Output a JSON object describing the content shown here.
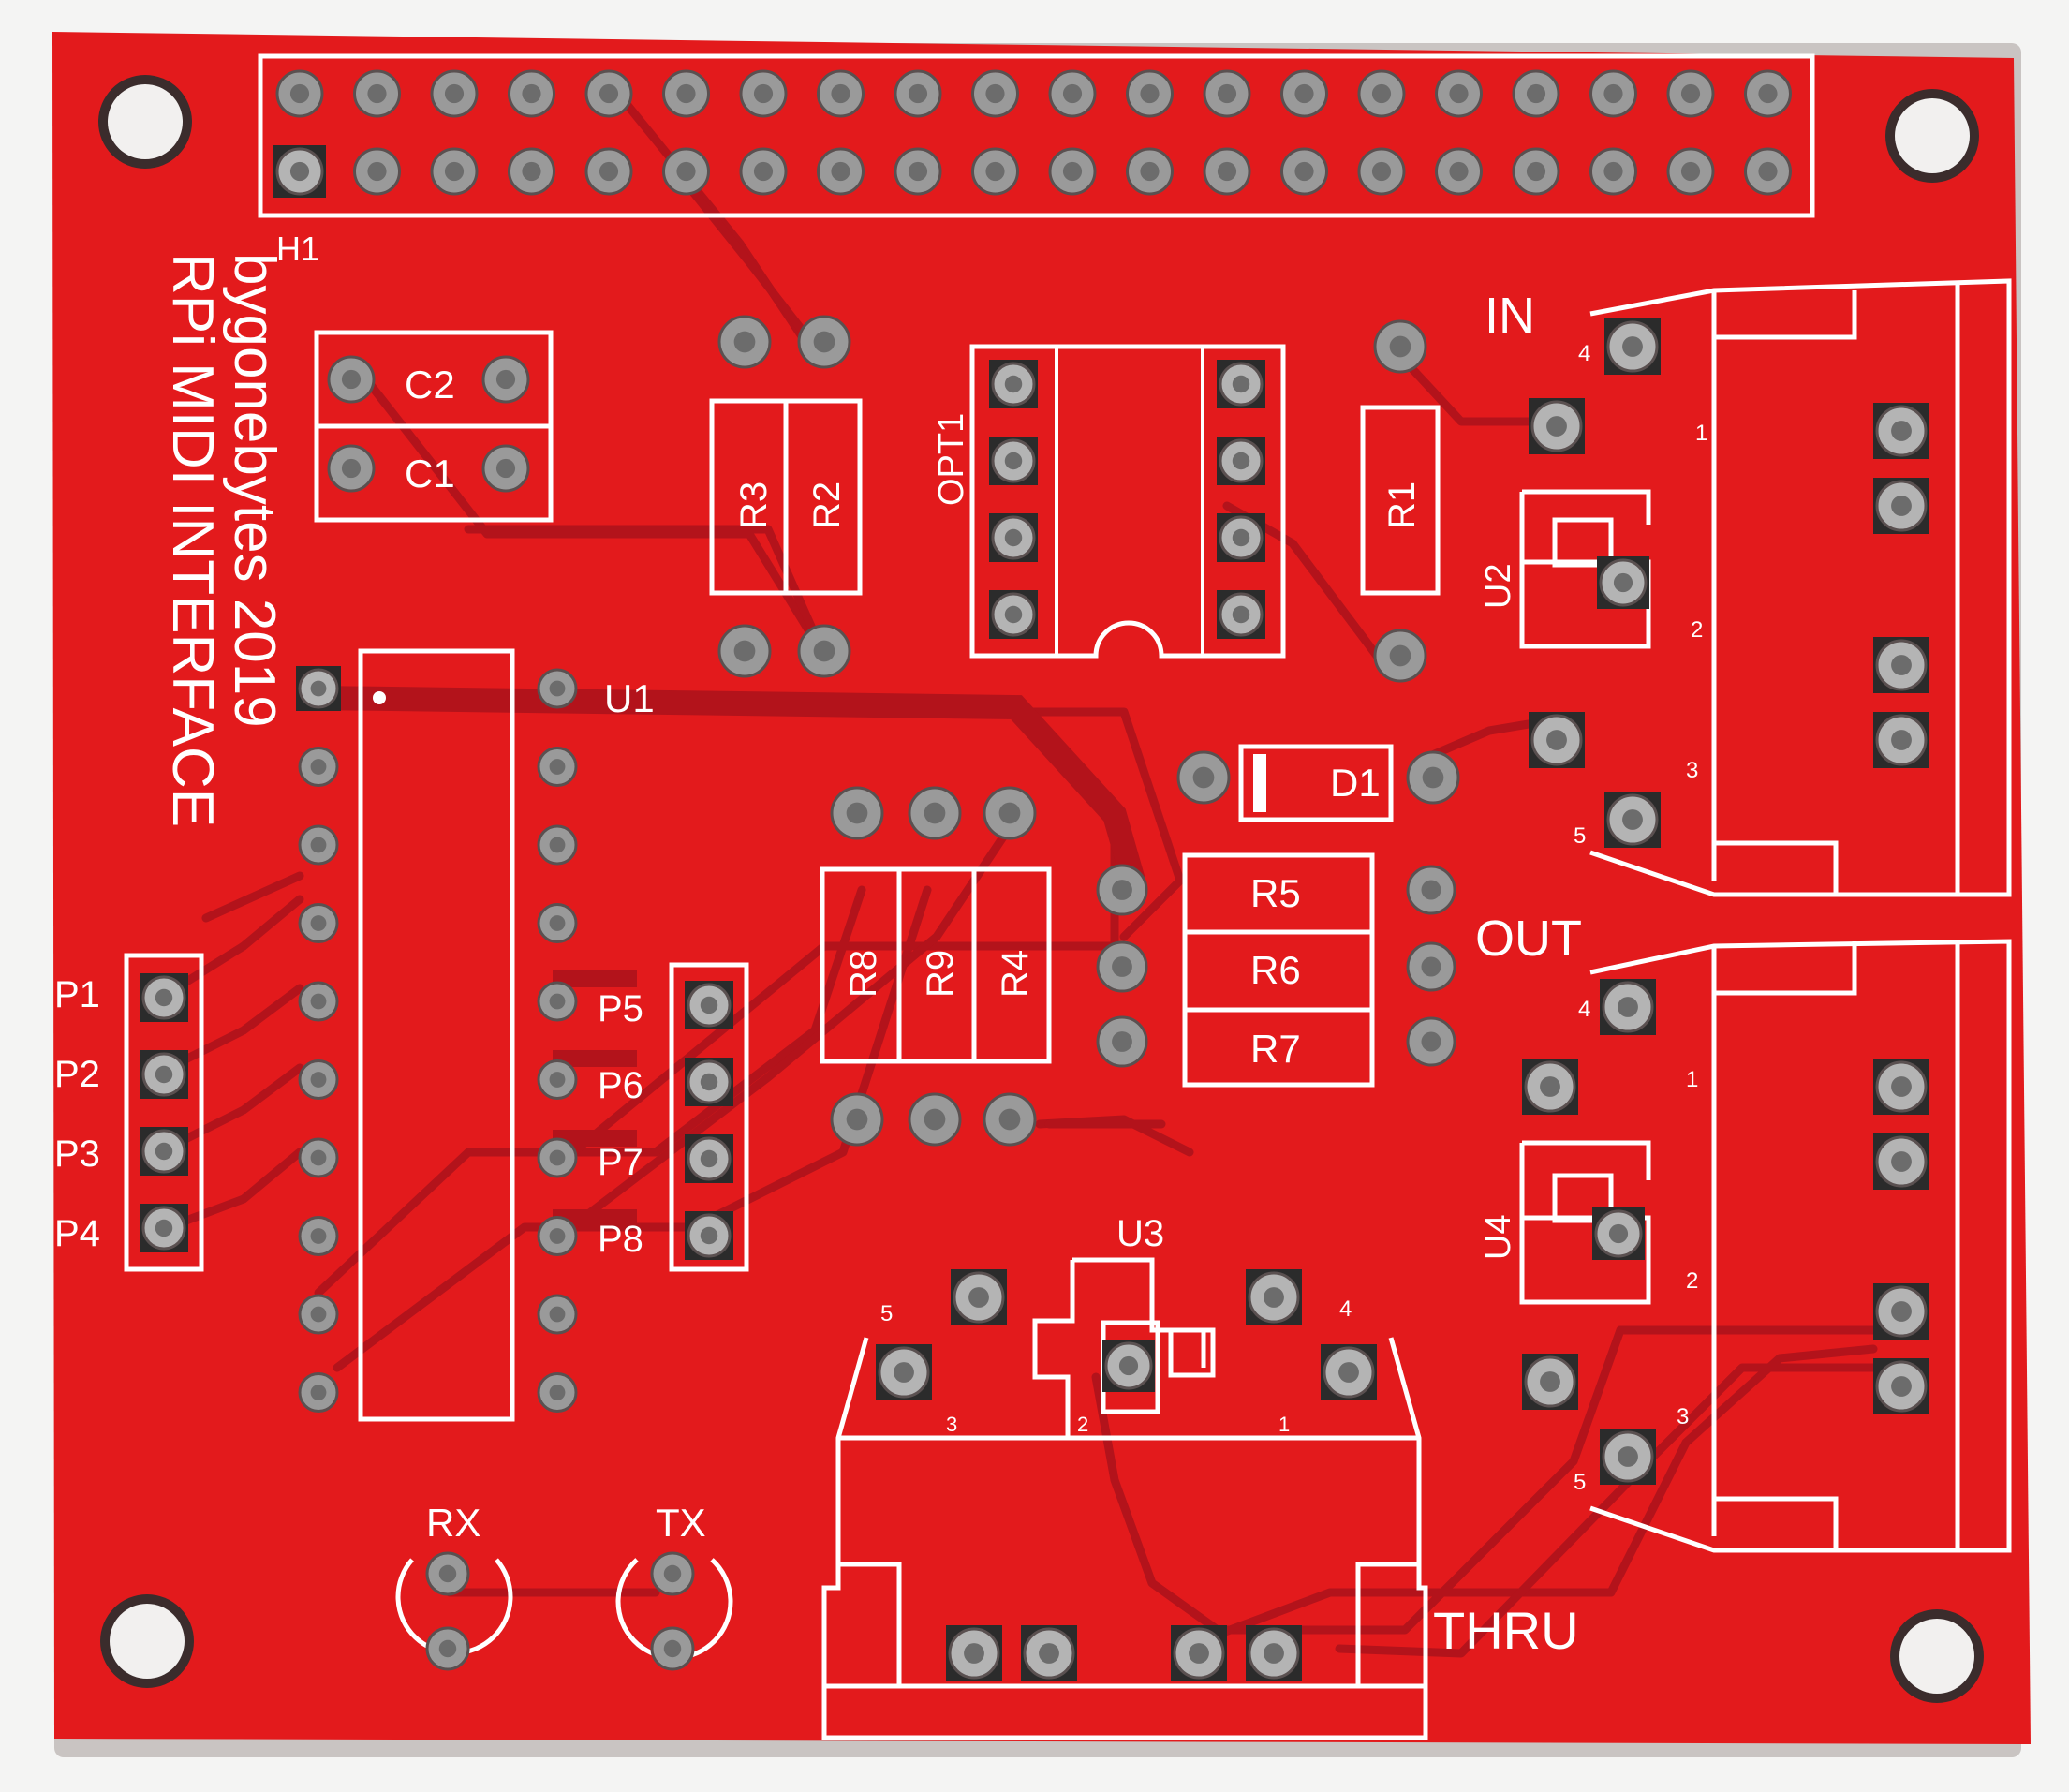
{
  "board": {
    "title_line1": "RPi MIDI INTERFACE",
    "title_line2": "bygonebytes 2019",
    "header_label": "H1",
    "colors": {
      "pcb": "#e31a1c",
      "silk": "#ffffff",
      "pad": "#8f8f8f",
      "trace": "#b5121a",
      "background": "#f4f4f3"
    }
  },
  "components": {
    "caps": [
      "C2",
      "C1"
    ],
    "resistors_top": [
      "R3",
      "R2",
      "R1"
    ],
    "optocoupler": "OPT1",
    "diode": "D1",
    "resistors_mid": [
      "R8",
      "R9",
      "R4"
    ],
    "resistors_right": [
      "R5",
      "R6",
      "R7"
    ],
    "ics": [
      "U1",
      "U2",
      "U3",
      "U4"
    ],
    "pins_left": [
      "P1",
      "P2",
      "P3",
      "P4"
    ],
    "pins_right": [
      "P5",
      "P6",
      "P7",
      "P8"
    ],
    "leds": [
      "RX",
      "TX"
    ]
  },
  "connectors": {
    "in": "IN",
    "out": "OUT",
    "thru": "THRU"
  },
  "pin_numbers": {
    "in": [
      "4",
      "1",
      "2",
      "3",
      "5"
    ],
    "out": [
      "4",
      "1",
      "2",
      "3",
      "5"
    ],
    "thru": [
      "5",
      "3",
      "2",
      "1",
      "4"
    ]
  }
}
